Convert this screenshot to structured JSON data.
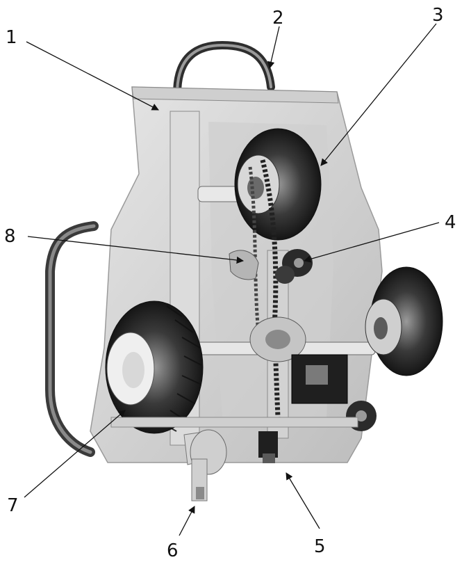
{
  "figure": {
    "subject_icon": "walk-behind-cart-machine-illustration",
    "background_color": "#ffffff",
    "line_color": "#111111",
    "callouts": [
      {
        "id": "1",
        "label": "1"
      },
      {
        "id": "2",
        "label": "2"
      },
      {
        "id": "3",
        "label": "3"
      },
      {
        "id": "4",
        "label": "4"
      },
      {
        "id": "5",
        "label": "5"
      },
      {
        "id": "6",
        "label": "6"
      },
      {
        "id": "7",
        "label": "7"
      },
      {
        "id": "8",
        "label": "8"
      }
    ]
  }
}
